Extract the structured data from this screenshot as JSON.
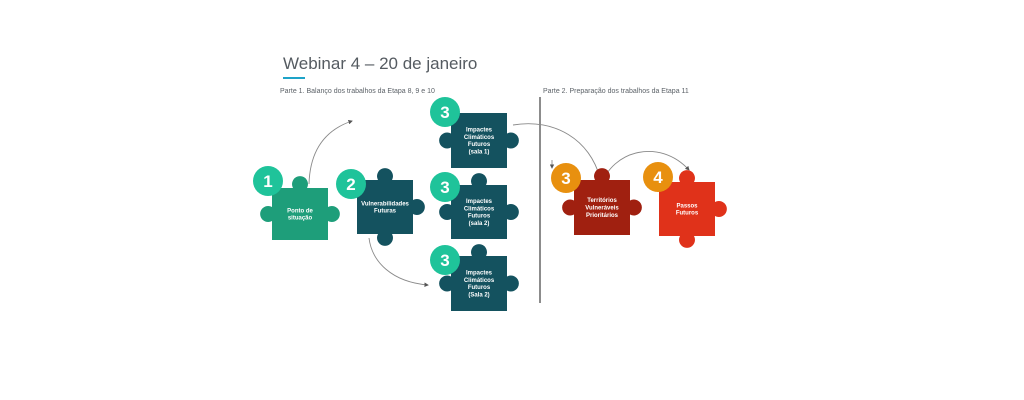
{
  "title": "Webinar 4 – 20 de janeiro",
  "part1_label": "Parte 1. Balanço dos trabalhos da Etapa 8, 9 e 10",
  "part2_label": "Parte 2. Preparação dos trabalhos da Etapa 11",
  "colors": {
    "green_piece": "#1e9e7a",
    "teal_piece": "#14525f",
    "green_badge": "#1fc39a",
    "dark_red_piece": "#a02010",
    "red_piece": "#e0321a",
    "orange_badge": "#e8900f",
    "divider": "#8c8c8c",
    "title_underline": "#1ea3c8"
  },
  "pieces": [
    {
      "id": "ponto",
      "badge": "1",
      "lines": [
        "Ponto de",
        "situação"
      ]
    },
    {
      "id": "vulnerabilidades",
      "badge": "2",
      "lines": [
        "Vulnerabilidades",
        "Futuras"
      ]
    },
    {
      "id": "impactos-sala1",
      "badge": "3",
      "lines": [
        "Impactes",
        "Climáticos",
        "Futuros",
        "(sala 1)"
      ]
    },
    {
      "id": "impactos-sala2a",
      "badge": "3",
      "lines": [
        "Impactes",
        "Climáticos",
        "Futuros",
        "(sala 2)"
      ]
    },
    {
      "id": "impactos-sala2b",
      "badge": "3",
      "lines": [
        "Impactes",
        "Climáticos",
        "Futuros",
        "(Sala 2)"
      ]
    },
    {
      "id": "territorios",
      "badge": "3",
      "lines": [
        "Territórios",
        "Vulneráveis",
        "Prioritários"
      ]
    },
    {
      "id": "passos",
      "badge": "4",
      "lines": [
        "Passos",
        "Futuros"
      ]
    }
  ]
}
